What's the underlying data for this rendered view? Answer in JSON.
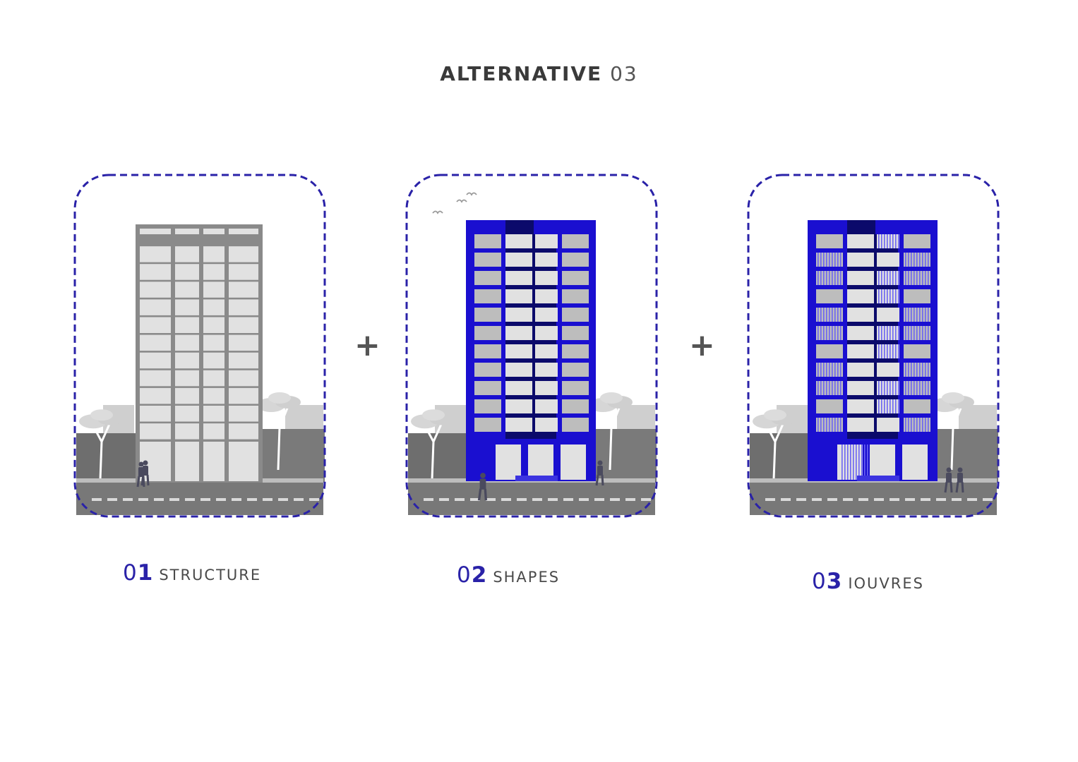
{
  "title": {
    "main": "ALTERNATIVE",
    "number": "03"
  },
  "panels": [
    {
      "number_first": "0",
      "number_second": "1",
      "label": "STRUCTURE",
      "stage": "structure"
    },
    {
      "number_first": "0",
      "number_second": "2",
      "label": "SHAPES",
      "stage": "shapes"
    },
    {
      "number_first": "0",
      "number_second": "3",
      "label": "IOUVRES",
      "stage": "louvres"
    }
  ],
  "operator": "+",
  "colors": {
    "accent_blue": "#1a0fd0",
    "dark_navy": "#0b0a6b",
    "dashed_border": "#2a22a8",
    "structure_gray": "#8a8a8a",
    "glass_light": "#e1e1e1",
    "road_gray": "#787878",
    "text_gray": "#4a4a4a"
  }
}
